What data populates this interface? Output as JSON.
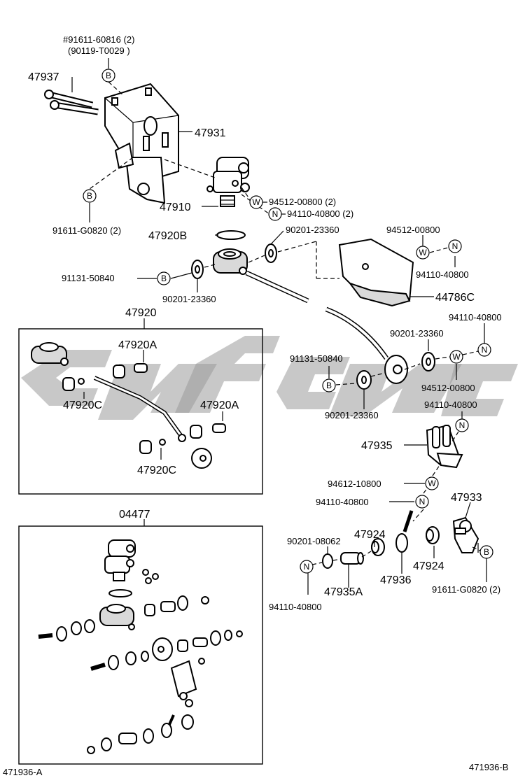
{
  "labels": {
    "top_hash": "#91611-60816 (2)",
    "top_paren": "(90119-T0029 )",
    "p47937": "47937",
    "p47931": "47931",
    "p47910": "47910",
    "p94512_00800_2": "94512-00800 (2)",
    "p94110_40800_2": "94110-40800 (2)",
    "p91611_G0820_2_left": "91611-G0820 (2)",
    "p47920B": "47920B",
    "p90201_23360_top": "90201-23360",
    "p94512_00800_r": "94512-00800",
    "p94110_40800_r": "94110-40800",
    "p91131_50840_top": "91131-50840",
    "p90201_23360_mid": "90201-23360",
    "p44786C": "44786C",
    "p47920": "47920",
    "p47920A_1": "47920A",
    "p47920C_1": "47920C",
    "p47920A_2": "47920A",
    "p47920C_2": "47920C",
    "p94110_40800_a": "94110-40800",
    "p90201_23360_b": "90201-23360",
    "p94512_00800_b": "94512-00800",
    "p91131_50840_b": "91131-50840",
    "p90201_23360_c": "90201-23360",
    "p94110_40800_c": "94110-40800",
    "p47935": "47935",
    "p94612_10800": "94612-10800",
    "p94110_40800_d": "94110-40800",
    "p47933": "47933",
    "p47924_1": "47924",
    "p90201_08062": "90201-08062",
    "p47924_2": "47924",
    "p47936": "47936",
    "p47935A": "47935A",
    "p91611_G0820_2_right": "91611-G0820 (2)",
    "p94110_40800_e": "94110-40800",
    "p04477": "04477",
    "foot_left": "471936-A",
    "foot_right": "471936-B"
  },
  "markers": {
    "B": "B",
    "W": "W",
    "N": "N"
  }
}
